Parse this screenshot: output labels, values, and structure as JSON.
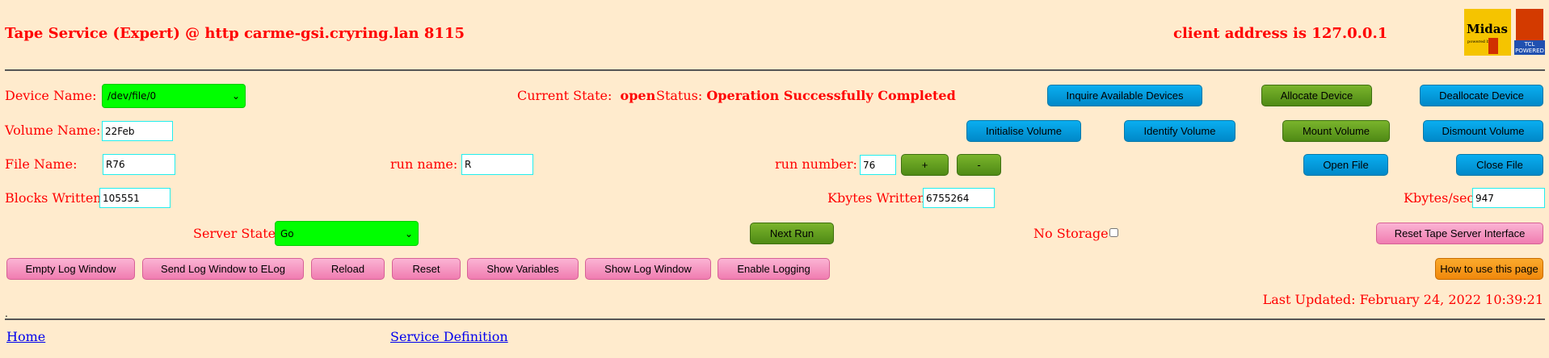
{
  "header": {
    "title": "Tape Service (Expert) @ http carme-gsi.cryring.lan 8115",
    "client": "client address is 127.0.0.1",
    "logo_midas": "Midas",
    "logo_midas_sub": "powered by",
    "logo_tcl": "TCL POWERED"
  },
  "device": {
    "label": "Device Name:",
    "value": "/dev/file/0",
    "state_label": "Current State:",
    "state": "open",
    "status_label": "Status:",
    "status": "Operation Successfully Completed"
  },
  "volume": {
    "label": "Volume Name:",
    "value": "22Feb"
  },
  "file": {
    "label": "File Name:",
    "value": "R76",
    "run_name_label": "run name:",
    "run_name": "R",
    "run_number_label": "run number:",
    "run_number": "76",
    "plus": "+",
    "minus": "-"
  },
  "stats": {
    "blocks_label": "Blocks Written:",
    "blocks": "105551",
    "kbytes_label": "Kbytes Written:",
    "kbytes": "6755264",
    "rate_label": "Kbytes/sec:",
    "rate": "947"
  },
  "server": {
    "label": "Server State",
    "value": "Go",
    "next_run": "Next Run",
    "no_storage": "No Storage",
    "no_storage_checked": false,
    "reset_iface": "Reset Tape Server Interface"
  },
  "buttons": {
    "inquire": "Inquire Available Devices",
    "allocate": "Allocate Device",
    "deallocate": "Deallocate Device",
    "initialise": "Initialise Volume",
    "identify": "Identify Volume",
    "mount": "Mount Volume",
    "dismount": "Dismount Volume",
    "open": "Open File",
    "close": "Close File",
    "empty_log": "Empty Log Window",
    "send_log": "Send Log Window to ELog",
    "reload": "Reload",
    "reset": "Reset",
    "show_vars": "Show Variables",
    "show_log": "Show Log Window",
    "enable_logging": "Enable Logging",
    "howto": "How to use this page"
  },
  "footer": {
    "updated": "Last Updated: February 24, 2022 10:39:21",
    "dot": ".",
    "home": "Home",
    "service_def": "Service Definition"
  }
}
